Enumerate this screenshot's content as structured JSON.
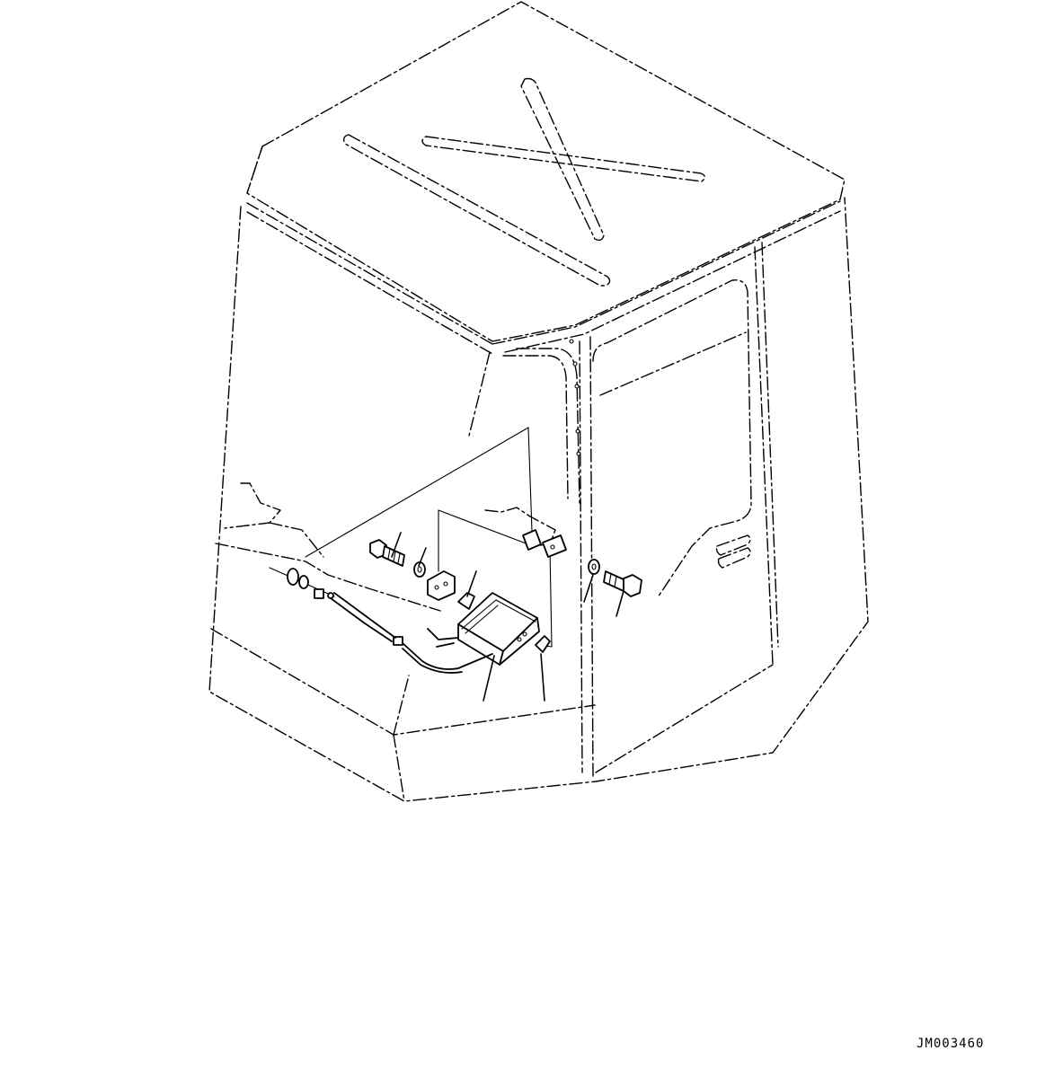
{
  "drawing": {
    "code": "JM003460"
  },
  "components": {
    "cab_body": "cab",
    "controller": "controller",
    "bolts": [
      "bolt-left",
      "bolt-right"
    ],
    "washers": [
      "washer-left",
      "washer-right"
    ],
    "brackets": [
      "bracket-left",
      "bracket-right"
    ],
    "clips": [
      "clip-left",
      "clip-right"
    ],
    "harness": "wire-harness"
  },
  "callouts": {
    "count": 7
  }
}
